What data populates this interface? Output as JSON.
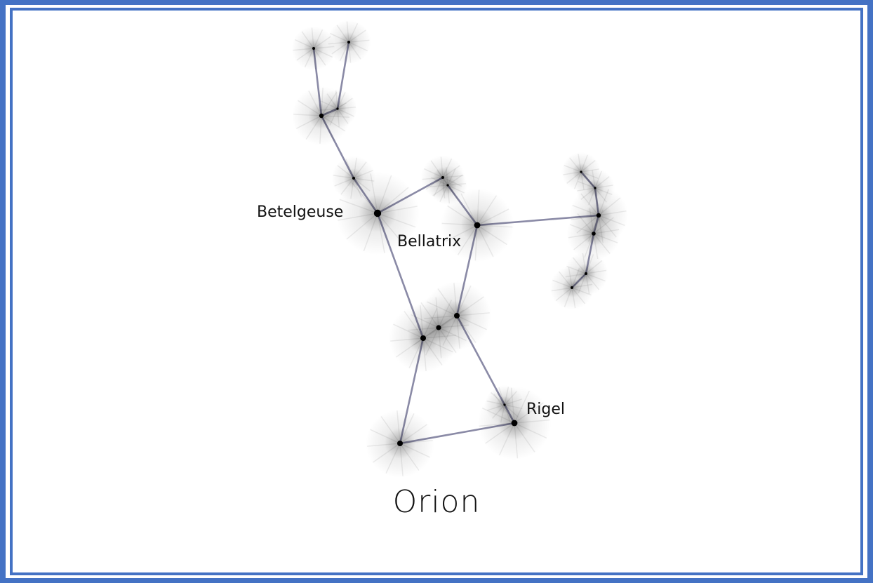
{
  "title": "Orion",
  "labels": {
    "betelgeuse": "Betelgeuse",
    "bellatrix": "Bellatrix",
    "rigel": "Rigel"
  },
  "colors": {
    "border": "#4472c4",
    "line": "#8a8aa6",
    "star": "#000000"
  }
}
